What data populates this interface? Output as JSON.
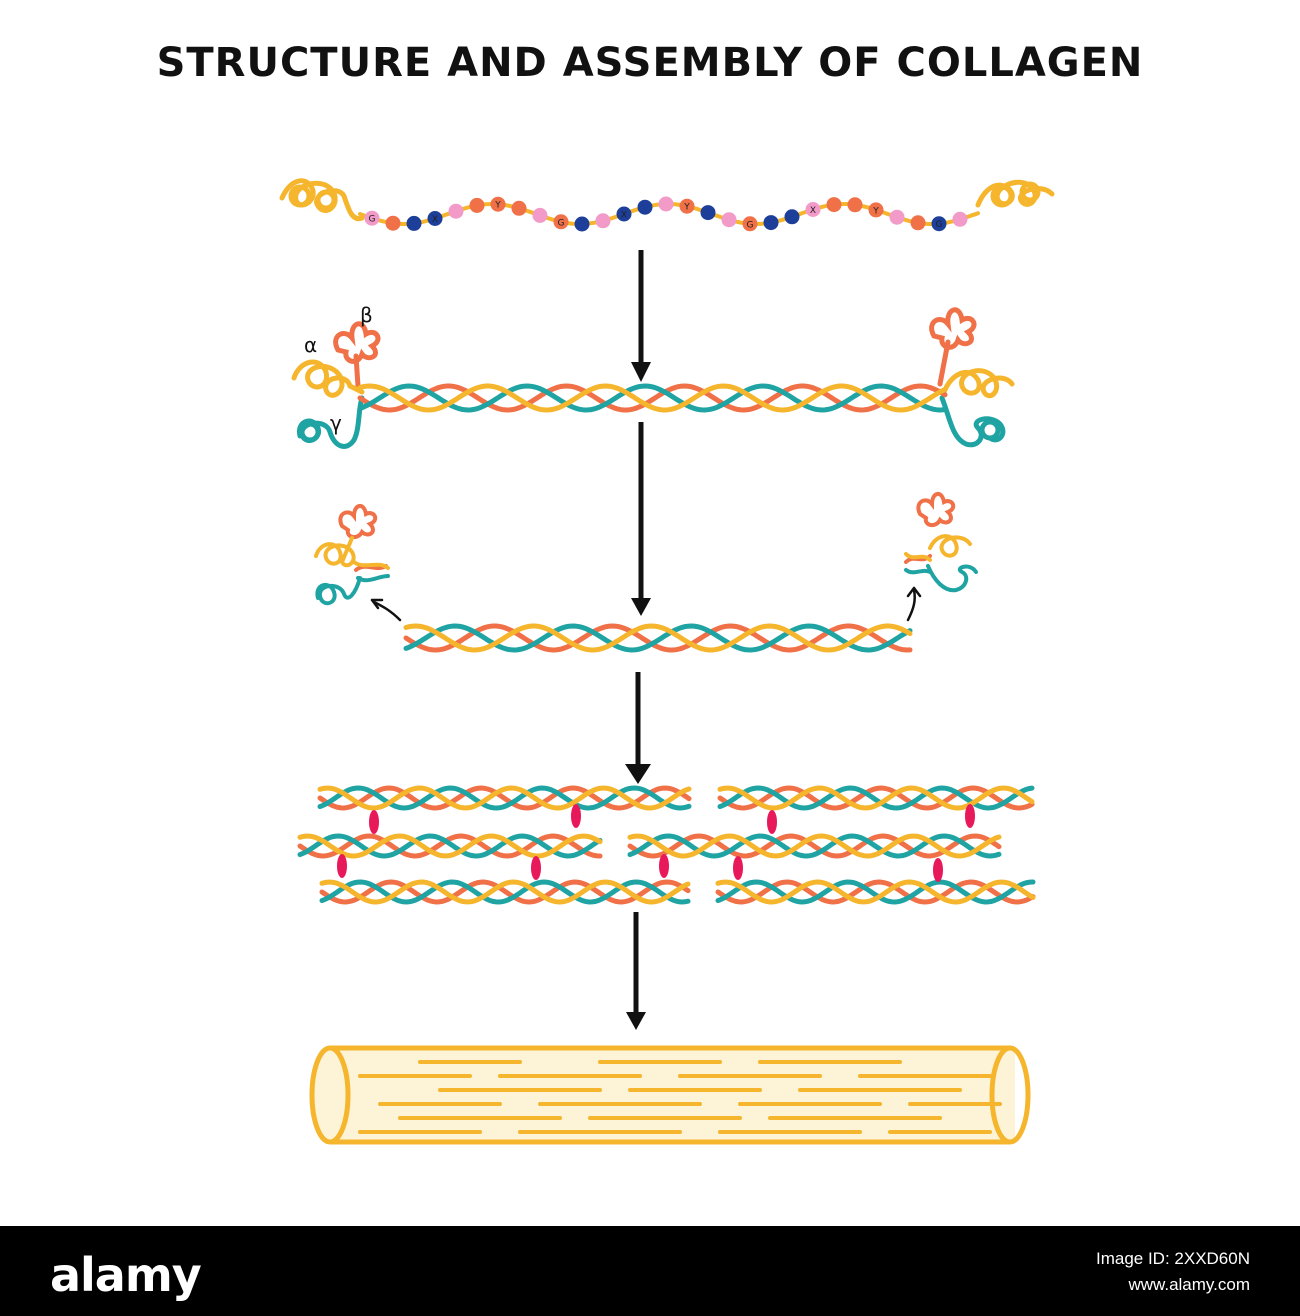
{
  "title": "STRUCTURE AND ASSEMBLY OF COLLAGEN",
  "chain_labels": {
    "alpha": "α",
    "beta": "β",
    "gamma": "γ"
  },
  "bead_letters": [
    "G",
    "X",
    "Y"
  ],
  "colors": {
    "yellow": "#f5b52c",
    "orange": "#f07048",
    "teal": "#1fa3a3",
    "navy": "#1d3f9a",
    "pink": "#f29ac8",
    "crosslink": "#e8195a",
    "arrow": "#111111",
    "footer": "#000000"
  },
  "footer": {
    "logo": "alamy",
    "image_id": "Image ID: 2XXD60N",
    "url": "www.alamy.com"
  }
}
